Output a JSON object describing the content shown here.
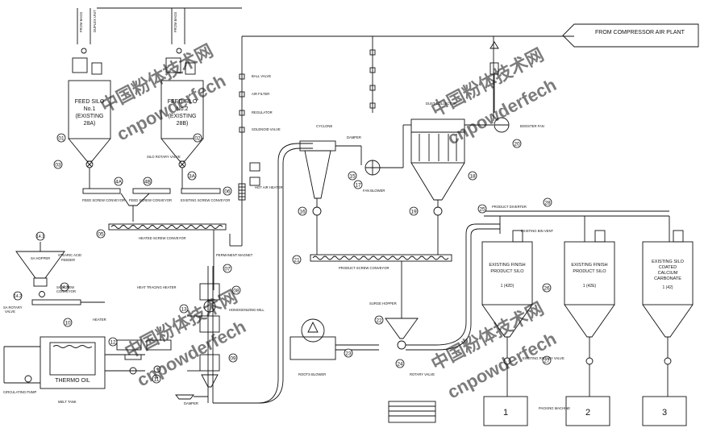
{
  "header": {
    "compressor_air_label": "FROM COMPRESSOR AIR PLANT"
  },
  "watermark": {
    "cn": "中国粉体技术网",
    "en": "cnpowderfech"
  },
  "silos": {
    "feed1": {
      "name": "FEED SILO",
      "num": "No.1",
      "existing": "(EXISTING",
      "tag": "28A)"
    },
    "feed2": {
      "name": "FEED SILO",
      "num": "No.2",
      "existing": "(EXISTING",
      "tag": "28B)"
    },
    "finish1": {
      "line1": "EXISTING FINISH",
      "line2": "PRODUCT SILO",
      "tag": "1 (42D)"
    },
    "finish2": {
      "line1": "EXISTING FINISH",
      "line2": "PRODUCT SILO",
      "tag": "1 (42E)"
    },
    "coated": {
      "line1": "EXISTING SILO",
      "line2": "COATED",
      "line3": "CALCIUM",
      "line4": "CARBONATE",
      "tag": "1 (42)"
    }
  },
  "equipment": {
    "thermo_oil": "THERMO OIL",
    "sa_hopper": "SA HOPPER",
    "stearic_feeder_1": "STEARIC ACID",
    "stearic_feeder_2": "FEEDER",
    "sa_screw": "SA SCREW",
    "sa_screw_2": "CONVEYOR",
    "sa_rotary": "SA ROTARY",
    "sa_rotary_2": "VALVE",
    "cyclone": "CYCLONE",
    "damper": "DAMPER",
    "dust_collector": "DUST COLLECTOR",
    "booster_fan": "BOOSTER FAN",
    "product_screw": "PRODUCT SCREW CONVEYOR",
    "roots_blower": "ROOTS BLOWER",
    "fan_blower": "FAN BLOWER",
    "heated_screw": "HEATED SCREW CONVEYOR",
    "feed_screw_a": "FEED SCREW CONVEYOR",
    "feed_screw_b": "FEED SCREW CONVEYOR",
    "existing_screw": "EXISTING SCREW CONVEYOR",
    "permanent_magnet": "PERMANENT MAGNET",
    "hot_air_heater": "HOT AIR HEATER",
    "homogenizing_mill": "HOMOGENIZING MILL",
    "heat_tracing": "HEAT TRACING HEATER",
    "circulating_pump": "CIRCULATING PUMP",
    "melt_tank": "MELT TANK",
    "heater": "HEATER",
    "ball_valve": "BALL VALVE",
    "air_filter": "AIR FILTER",
    "regulator": "REGULATOR",
    "solenoid_valve": "SOLENOID VALVE",
    "rotary_valve": "ROTARY VALVE",
    "existing_rotary": "EXISTING ROTARY VALVE",
    "existing_vent": "EXISTING BIN VENT",
    "product_diverter": "PRODUCT DIVERTER",
    "surge_hopper": "SURGE HOPPER",
    "packing_machine": "PACKING MACHINE",
    "silo_rotary": "SILO ROTARY VALVE",
    "from_bags_1": "FROM BAGS",
    "from_bags_2": "FROM BAGS",
    "duplex": "DUPLEX UNIT",
    "damper_bottom": "DAMPER"
  },
  "numbers": {
    "n1": "01",
    "n2": "02",
    "n3": "03",
    "n3a": "3A",
    "n4a": "4A",
    "n4b": "4B",
    "n5": "05",
    "n6": "06",
    "n7": "07",
    "n8": "08",
    "n9": "09",
    "n10": "10",
    "n11": "11",
    "n12": "12",
    "n13": "13",
    "n14": "14",
    "n141": "14.1",
    "n142": "14.2",
    "n143": "14.3",
    "n15": "15",
    "n16": "16",
    "n17": "17",
    "n18": "18",
    "n19": "19",
    "n20": "20",
    "n21": "21",
    "n22": "22",
    "n23": "23",
    "n24": "24",
    "n25": "25",
    "n26": "26",
    "n27": "27",
    "n28": "28"
  },
  "packing_stations": [
    "1",
    "2",
    "3"
  ]
}
